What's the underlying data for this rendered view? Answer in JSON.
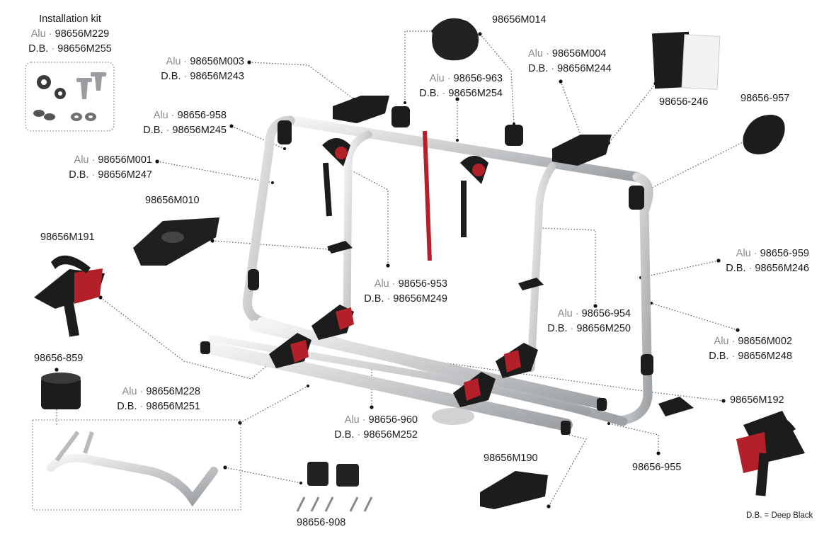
{
  "labels": {
    "installation_kit": {
      "title": "Installation kit",
      "alu": "Alu",
      "alu_code": "98656M229",
      "db": "D.B.",
      "db_code": "98656M255"
    },
    "m003": {
      "alu": "Alu",
      "alu_code": "98656M003",
      "db": "D.B.",
      "db_code": "98656M243"
    },
    "m014": {
      "code": "98656M014"
    },
    "m963": {
      "alu": "Alu",
      "alu_code": "98656-963",
      "db": "D.B.",
      "db_code": "98656M254"
    },
    "m004": {
      "alu": "Alu",
      "alu_code": "98656M004",
      "db": "D.B.",
      "db_code": "98656M244"
    },
    "m246": {
      "code": "98656-246"
    },
    "m957": {
      "code": "98656-957"
    },
    "m958": {
      "alu": "Alu",
      "alu_code": "98656-958",
      "db": "D.B.",
      "db_code": "98656M245"
    },
    "m001": {
      "alu": "Alu",
      "alu_code": "98656M001",
      "db": "D.B.",
      "db_code": "98656M247"
    },
    "m010": {
      "code": "98656M010"
    },
    "m191": {
      "code": "98656M191"
    },
    "m953": {
      "alu": "Alu",
      "alu_code": "98656-953",
      "db": "D.B.",
      "db_code": "98656M249"
    },
    "m959": {
      "alu": "Alu",
      "alu_code": "98656-959",
      "db": "D.B.",
      "db_code": "98656M246"
    },
    "m954": {
      "alu": "Alu",
      "alu_code": "98656-954",
      "db": "D.B.",
      "db_code": "98656M250"
    },
    "m002": {
      "alu": "Alu",
      "alu_code": "98656M002",
      "db": "D.B.",
      "db_code": "98656M248"
    },
    "m859": {
      "code": "98656-859"
    },
    "m228": {
      "alu": "Alu",
      "alu_code": "98656M228",
      "db": "D.B.",
      "db_code": "98656M251"
    },
    "m960": {
      "alu": "Alu",
      "alu_code": "98656-960",
      "db": "D.B.",
      "db_code": "98656M252"
    },
    "m192": {
      "code": "98656M192"
    },
    "m190": {
      "code": "98656M190"
    },
    "m955": {
      "code": "98656-955"
    },
    "m908": {
      "code": "98656-908"
    }
  },
  "separator": "·",
  "legend": "D.B. = Deep Black",
  "colors": {
    "aluminium": "#d4d6d8",
    "black": "#1c1c1c",
    "red": "#b3202a",
    "leader": "#555555"
  }
}
